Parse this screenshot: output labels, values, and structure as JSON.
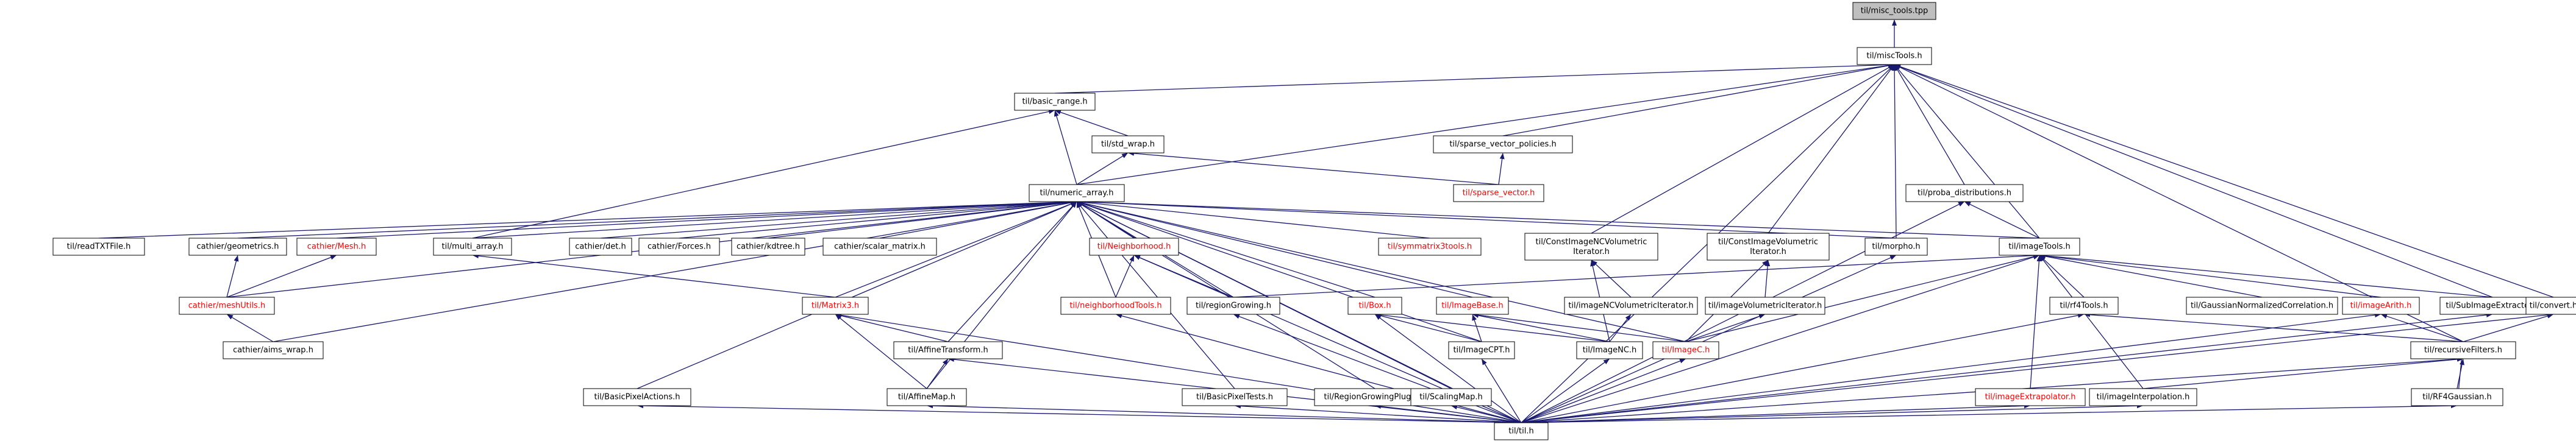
{
  "colors": {
    "edge": "#191970",
    "node_fill": "#ffffff",
    "root_fill": "#bfbfbf",
    "text": "#000000",
    "red_text": "#ff0000"
  },
  "nodes": [
    {
      "id": "root",
      "label": "til/misc_tools.tpp",
      "color": "black",
      "root": true
    },
    {
      "id": "misctools",
      "label": "til/miscTools.h",
      "color": "black"
    },
    {
      "id": "basic_range",
      "label": "til/basic_range.h",
      "color": "black"
    },
    {
      "id": "std_wrap",
      "label": "til/std_wrap.h",
      "color": "black"
    },
    {
      "id": "sparse_vector_policies",
      "label": "til/sparse_vector_policies.h",
      "color": "black"
    },
    {
      "id": "sparse_vector",
      "label": "til/sparse_vector.h",
      "color": "red"
    },
    {
      "id": "proba_distributions",
      "label": "til/proba_distributions.h",
      "color": "black"
    },
    {
      "id": "numeric_array",
      "label": "til/numeric_array.h",
      "color": "black"
    },
    {
      "id": "readtxt",
      "label": "til/readTXTFile.h",
      "color": "black"
    },
    {
      "id": "geometrics",
      "label": "cathier/geometrics.h",
      "color": "black"
    },
    {
      "id": "cmesh",
      "label": "cathier/Mesh.h",
      "color": "red"
    },
    {
      "id": "multi_array",
      "label": "til/multi_array.h",
      "color": "black"
    },
    {
      "id": "det",
      "label": "cathier/det.h",
      "color": "black"
    },
    {
      "id": "forces",
      "label": "cathier/Forces.h",
      "color": "black"
    },
    {
      "id": "kdtree",
      "label": "cathier/kdtree.h",
      "color": "black"
    },
    {
      "id": "scalar_matrix",
      "label": "cathier/scalar_matrix.h",
      "color": "black"
    },
    {
      "id": "neighborhood",
      "label": "til/Neighborhood.h",
      "color": "red"
    },
    {
      "id": "symmatrix",
      "label": "til/symmatrix3tools.h",
      "color": "red"
    },
    {
      "id": "constimgncvol",
      "label": "til/ConstImageNCVolumetric\nIterator.h",
      "color": "black"
    },
    {
      "id": "constimgvol",
      "label": "til/ConstImageVolumetric\nIterator.h",
      "color": "black"
    },
    {
      "id": "morpho",
      "label": "til/morpho.h",
      "color": "black"
    },
    {
      "id": "imagetools",
      "label": "til/imageTools.h",
      "color": "black"
    },
    {
      "id": "meshutils",
      "label": "cathier/meshUtils.h",
      "color": "red"
    },
    {
      "id": "matrix3",
      "label": "til/Matrix3.h",
      "color": "red"
    },
    {
      "id": "neighbortools",
      "label": "til/neighborhoodTools.h",
      "color": "red"
    },
    {
      "id": "regiongrowing",
      "label": "til/regionGrowing.h",
      "color": "black"
    },
    {
      "id": "box",
      "label": "til/Box.h",
      "color": "red"
    },
    {
      "id": "imagebase",
      "label": "til/ImageBase.h",
      "color": "red"
    },
    {
      "id": "imgncvoliter",
      "label": "til/imageNCVolumetricIterator.h",
      "color": "black"
    },
    {
      "id": "imgvoliter",
      "label": "til/imageVolumetricIterator.h",
      "color": "black"
    },
    {
      "id": "rf4tools",
      "label": "til/rf4Tools.h",
      "color": "black"
    },
    {
      "id": "gaussnorm",
      "label": "til/GaussianNormalizedCorrelation.h",
      "color": "black"
    },
    {
      "id": "imagearith",
      "label": "til/imageArith.h",
      "color": "red"
    },
    {
      "id": "subimage",
      "label": "til/SubImageExtractor.h",
      "color": "black"
    },
    {
      "id": "convert",
      "label": "til/convert.h",
      "color": "black"
    },
    {
      "id": "aims_wrap",
      "label": "cathier/aims_wrap.h",
      "color": "black"
    },
    {
      "id": "affinetransform",
      "label": "til/AffineTransform.h",
      "color": "black"
    },
    {
      "id": "imagecpt",
      "label": "til/ImageCPT.h",
      "color": "black"
    },
    {
      "id": "imagenc",
      "label": "til/ImageNC.h",
      "color": "black"
    },
    {
      "id": "imagec",
      "label": "til/ImageC.h",
      "color": "red"
    },
    {
      "id": "recursive",
      "label": "til/recursiveFilters.h",
      "color": "black"
    },
    {
      "id": "basicpixelactions",
      "label": "til/BasicPixelActions.h",
      "color": "black"
    },
    {
      "id": "affinemap",
      "label": "til/AffineMap.h",
      "color": "black"
    },
    {
      "id": "rgplugin",
      "label": "til/RegionGrowingPlugin.h",
      "color": "black"
    },
    {
      "id": "basicpixeltests",
      "label": "til/BasicPixelTests.h",
      "color": "black"
    },
    {
      "id": "scalingmap",
      "label": "til/ScalingMap.h",
      "color": "black"
    },
    {
      "id": "imgextrap",
      "label": "til/imageExtrapolator.h",
      "color": "red"
    },
    {
      "id": "imginterp",
      "label": "til/imageInterpolation.h",
      "color": "black"
    },
    {
      "id": "rf4gauss",
      "label": "til/RF4Gaussian.h",
      "color": "black"
    },
    {
      "id": "tilh",
      "label": "til/til.h",
      "color": "black"
    }
  ]
}
